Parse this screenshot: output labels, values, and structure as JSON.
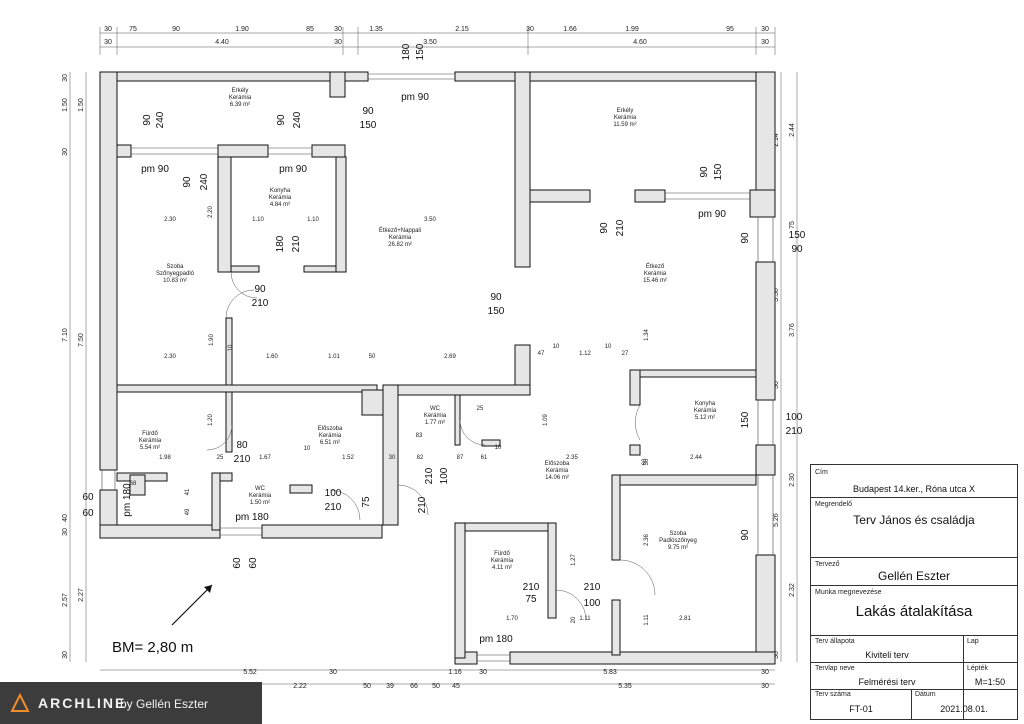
{
  "top_dims_row1": [
    "30",
    "75",
    "90",
    "1.90",
    "85",
    "30",
    "1.35",
    "2.15",
    "30",
    "1.66",
    "1.99",
    "95",
    "30"
  ],
  "top_dims_row2": [
    "30",
    "4.40",
    "30",
    "3.50",
    "4.60",
    "30"
  ],
  "left_dims_outer": [
    "30",
    "1.50",
    "30",
    "7.10",
    "40",
    "30",
    "2.57",
    "30"
  ],
  "left_dims_inner": [
    "1.50",
    "7.50",
    "2.27"
  ],
  "right_dims": [
    "2.44",
    "2.14",
    "75",
    "3.56",
    "3.76",
    "30",
    "2.30",
    "5.26",
    "2.32",
    "30"
  ],
  "bottom_dims_row1": [
    "5.52",
    "30",
    "1.16",
    "30",
    "5.83",
    "30"
  ],
  "bottom_dims_row2": [
    "2.22",
    "50",
    "39",
    "66",
    "50",
    "45",
    "5.35",
    "30"
  ],
  "rooms": [
    {
      "name": "Erkély",
      "floor": "Kerámia",
      "area": "6.39 m²"
    },
    {
      "name": "Erkély",
      "floor": "Kerámia",
      "area": "11.59 m²"
    },
    {
      "name": "Konyha",
      "floor": "Kerámia",
      "area": "4.84 m²"
    },
    {
      "name": "Étkező+Nappali",
      "floor": "Kerámia",
      "area": "26.82 m²"
    },
    {
      "name": "Szoba",
      "floor": "Szőnyegpadló",
      "area": "10.83 m²"
    },
    {
      "name": "Étkező",
      "floor": "Kerámia",
      "area": "15.46 m²"
    },
    {
      "name": "Konyha",
      "floor": "Kerámia",
      "area": "5.12 m²"
    },
    {
      "name": "Fürdő",
      "floor": "Kerámia",
      "area": "5.54 m²"
    },
    {
      "name": "WC",
      "floor": "Kerámia",
      "area": "1.77 m²"
    },
    {
      "name": "Előszoba",
      "floor": "Kerámia",
      "area": "6.51 m²"
    },
    {
      "name": "Előszoba",
      "floor": "Kerámia",
      "area": "14.06 m²"
    },
    {
      "name": "WC",
      "floor": "Kerámia",
      "area": "1.50 m²"
    },
    {
      "name": "Fürdő",
      "floor": "Kerámia",
      "area": "4.11 m²"
    },
    {
      "name": "Szoba",
      "floor": "Padlószőnyeg",
      "area": "9.75 m²"
    }
  ],
  "openings": [
    "pm 90",
    "90",
    "150",
    "90",
    "240",
    "pm 90",
    "90",
    "240",
    "pm 90",
    "90",
    "240",
    "pm 90",
    "90",
    "150",
    "90",
    "210",
    "90",
    "210",
    "180",
    "210",
    "90",
    "150",
    "90",
    "150",
    "90",
    "150",
    "100",
    "210",
    "80",
    "210",
    "100",
    "210",
    "75",
    "210",
    "100",
    "210",
    "75",
    "210",
    "100",
    "210",
    "pm 180",
    "pm 180",
    "pm 180",
    "60",
    "60",
    "60",
    "60",
    "180",
    "150"
  ],
  "interior_dims": [
    "2.30",
    "1.10",
    "1.10",
    "3.50",
    "2.20",
    "2.30",
    "1.60",
    "1.01",
    "50",
    "2.69",
    "47",
    "10",
    "1.12",
    "10",
    "27",
    "1.90",
    "10",
    "1.98",
    "25",
    "1.67",
    "10",
    "1.52",
    "30",
    "82",
    "87",
    "61",
    "10",
    "2.35",
    "2.44",
    "30",
    "60",
    "1.20",
    "41",
    "49",
    "68",
    "83",
    "25",
    "1.09",
    "1.34",
    "1.27",
    "2.36",
    "1.70",
    "20",
    "1.11",
    "2.81",
    "1.11"
  ],
  "bm_label": "BM= 2,80 m",
  "title_block": {
    "cim_label": "Cím",
    "cim_value": "Budapest 14.ker., Róna utca X",
    "megrendelo_label": "Megrendelő",
    "megrendelo_value": "Terv János és családja",
    "tervezo_label": "Tervező",
    "tervezo_value": "Gellén Eszter",
    "munka_label": "Munka megnevezése",
    "munka_value": "Lakás átalakítása",
    "allapot_label": "Terv állapota",
    "allapot_value": "Kiviteli terv",
    "lap_label": "Lap",
    "tervlap_label": "Tervlap neve",
    "tervlap_value": "Felmérési terv",
    "leptek_label": "Lépték",
    "leptek_value": "M=1:50",
    "szam_label": "Terv száma",
    "szam_value": "FT-01",
    "datum_label": "Dátum",
    "datum_value": "2021.08.01."
  },
  "logo": {
    "brand": "ARCHLINE",
    "by": "by Gellén Eszter"
  },
  "colors": {
    "wall_fill": "#e6e6e6",
    "logo_bg": "#3c3c3c",
    "line": "#111111"
  }
}
